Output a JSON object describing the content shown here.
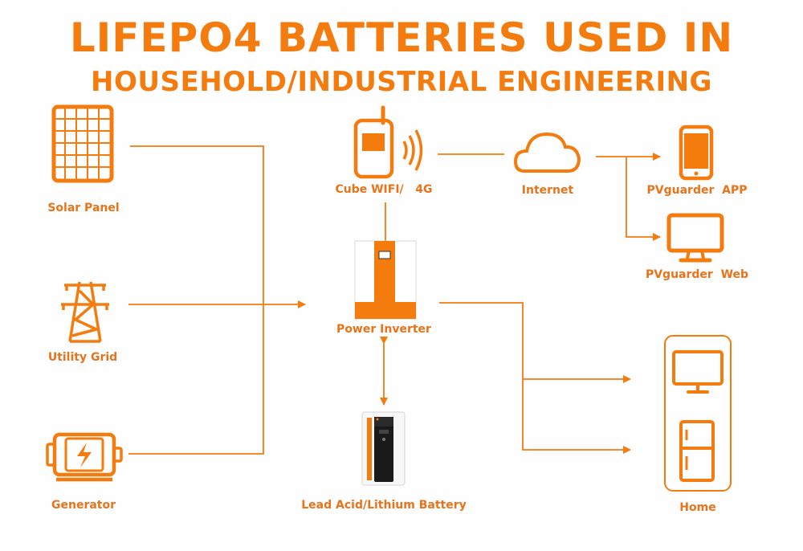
{
  "title": {
    "line1": "LIFEPO4 BATTERIES USED IN",
    "line2": "HOUSEHOLD/INDUSTRIAL ENGINEERING"
  },
  "nodes": {
    "solar_panel": "Solar Panel",
    "utility_grid": "Utility Grid",
    "generator": "Generator",
    "cube_wifi": "Cube WIFI/   4G",
    "internet": "Internet",
    "app": "PVguarder  APP",
    "web": "PVguarder  Web",
    "inverter": "Power Inverter",
    "battery": "Lead Acid/Lithium Battery",
    "home": "Home"
  },
  "colors": {
    "accent": "#f47b0e",
    "dark": "#1a1a1a"
  }
}
